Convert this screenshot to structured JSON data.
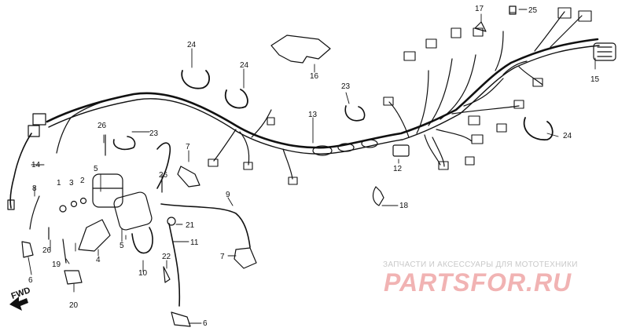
{
  "diagram": {
    "callouts": {
      "c1": "1",
      "c2": "2",
      "c3": "3",
      "c4": "4",
      "c5a": "5",
      "c5b": "5",
      "c6a": "6",
      "c6b": "6",
      "c7": "7",
      "c8": "8",
      "c9": "9",
      "c10": "10",
      "c11": "11",
      "c12": "12",
      "c13": "13",
      "c14": "14",
      "c15": "15",
      "c16": "16",
      "c17": "17",
      "c18": "18",
      "c19": "19",
      "c20": "20",
      "c21": "21",
      "c22": "22",
      "c23a": "23",
      "c23b": "23",
      "c24a": "24",
      "c24b": "24",
      "c24c": "24",
      "c25": "25",
      "c26a": "26",
      "c26b": "26",
      "c26c": "26"
    },
    "fwd_label": "FWD"
  },
  "watermark": {
    "top_text": "ЗАПЧАСТИ И АКСЕССУАРЫ ДЛЯ МОТОТЕХНИКИ",
    "logo_text": "PARTSFOR.RU"
  }
}
